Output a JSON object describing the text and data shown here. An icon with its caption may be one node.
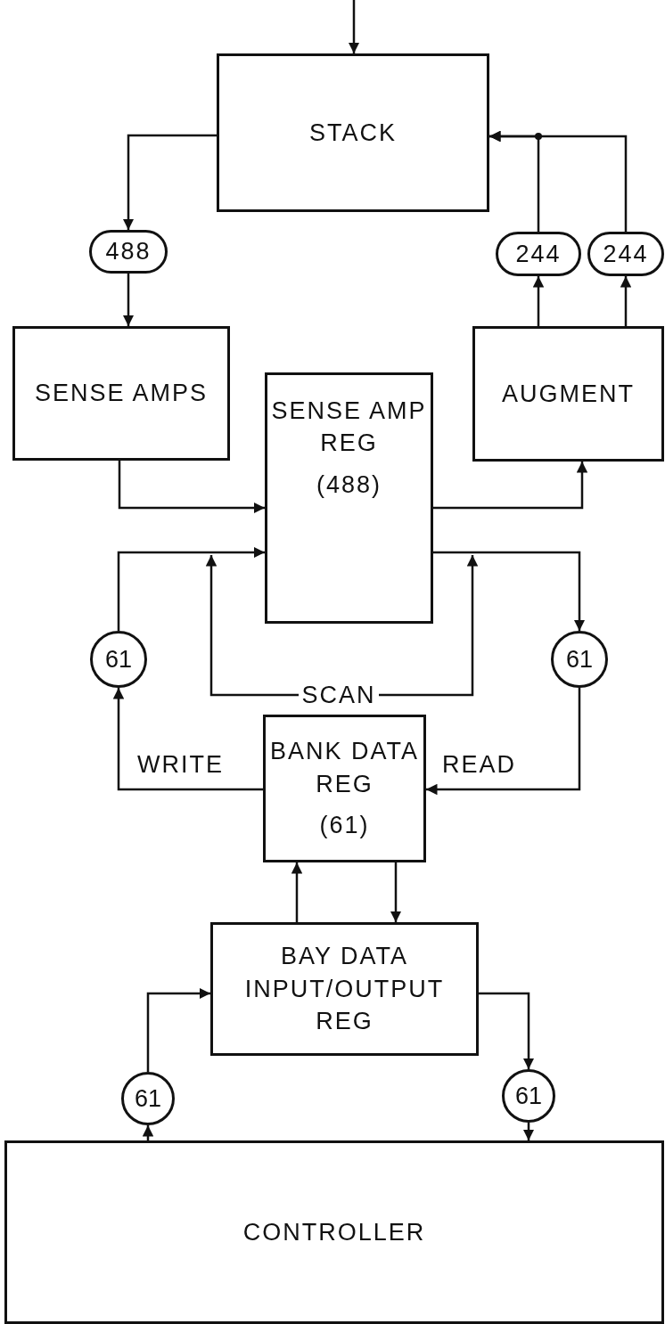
{
  "diagram": {
    "nodes": [
      {
        "text": [
          "STACK"
        ]
      },
      {
        "text": [
          "488"
        ]
      },
      {
        "text": [
          "244"
        ]
      },
      {
        "text": [
          "244"
        ]
      },
      {
        "text": [
          "SENSE AMPS"
        ]
      },
      {
        "text": [
          "SENSE AMP REG",
          "(488)"
        ]
      },
      {
        "text": [
          "AUGMENT"
        ]
      },
      {
        "text": [
          "61"
        ]
      },
      {
        "text": [
          "61"
        ]
      },
      {
        "text": [
          "BANK DATA REG",
          "(61)"
        ]
      },
      {
        "text": [
          "BAY DATA INPUT/OUTPUT REG"
        ]
      },
      {
        "text": [
          "61"
        ]
      },
      {
        "text": [
          "61"
        ]
      },
      {
        "text": [
          "CONTROLLER"
        ]
      },
      {
        "text": [
          "SCAN"
        ]
      }
    ],
    "edges": [
      {
        "from": null,
        "to": 0,
        "arrow": "to"
      },
      {
        "from": 0,
        "to": 1,
        "arrow": "to"
      },
      {
        "from": 1,
        "to": 4,
        "arrow": "to"
      },
      {
        "from": 2,
        "to": 0,
        "arrow": "to"
      },
      {
        "from": 3,
        "to": 0,
        "arrow": "to"
      },
      {
        "from": 6,
        "to": 2,
        "arrow": "to"
      },
      {
        "from": 6,
        "to": 3,
        "arrow": "to"
      },
      {
        "from": 4,
        "to": 5,
        "arrow": "to"
      },
      {
        "from": 5,
        "to": 6,
        "arrow": "to"
      },
      {
        "from": 7,
        "to": 5,
        "arrow": "to"
      },
      {
        "from": 5,
        "to": 8,
        "arrow": "to"
      },
      {
        "from": 9,
        "to": 7,
        "arrow": "to",
        "label": "WRITE"
      },
      {
        "from": 8,
        "to": 9,
        "arrow": "to",
        "label": "READ"
      },
      {
        "from": 14,
        "to": null,
        "arrow": "to"
      },
      {
        "from": 14,
        "to": null,
        "arrow": "to"
      },
      {
        "from": 10,
        "to": 9,
        "arrow": "to"
      },
      {
        "from": 9,
        "to": 10,
        "arrow": "to"
      },
      {
        "from": 11,
        "to": 10,
        "arrow": "to"
      },
      {
        "from": 10,
        "to": 12,
        "arrow": "to"
      },
      {
        "from": 13,
        "to": 11,
        "arrow": "to"
      },
      {
        "from": 12,
        "to": 13,
        "arrow": "to"
      }
    ]
  }
}
